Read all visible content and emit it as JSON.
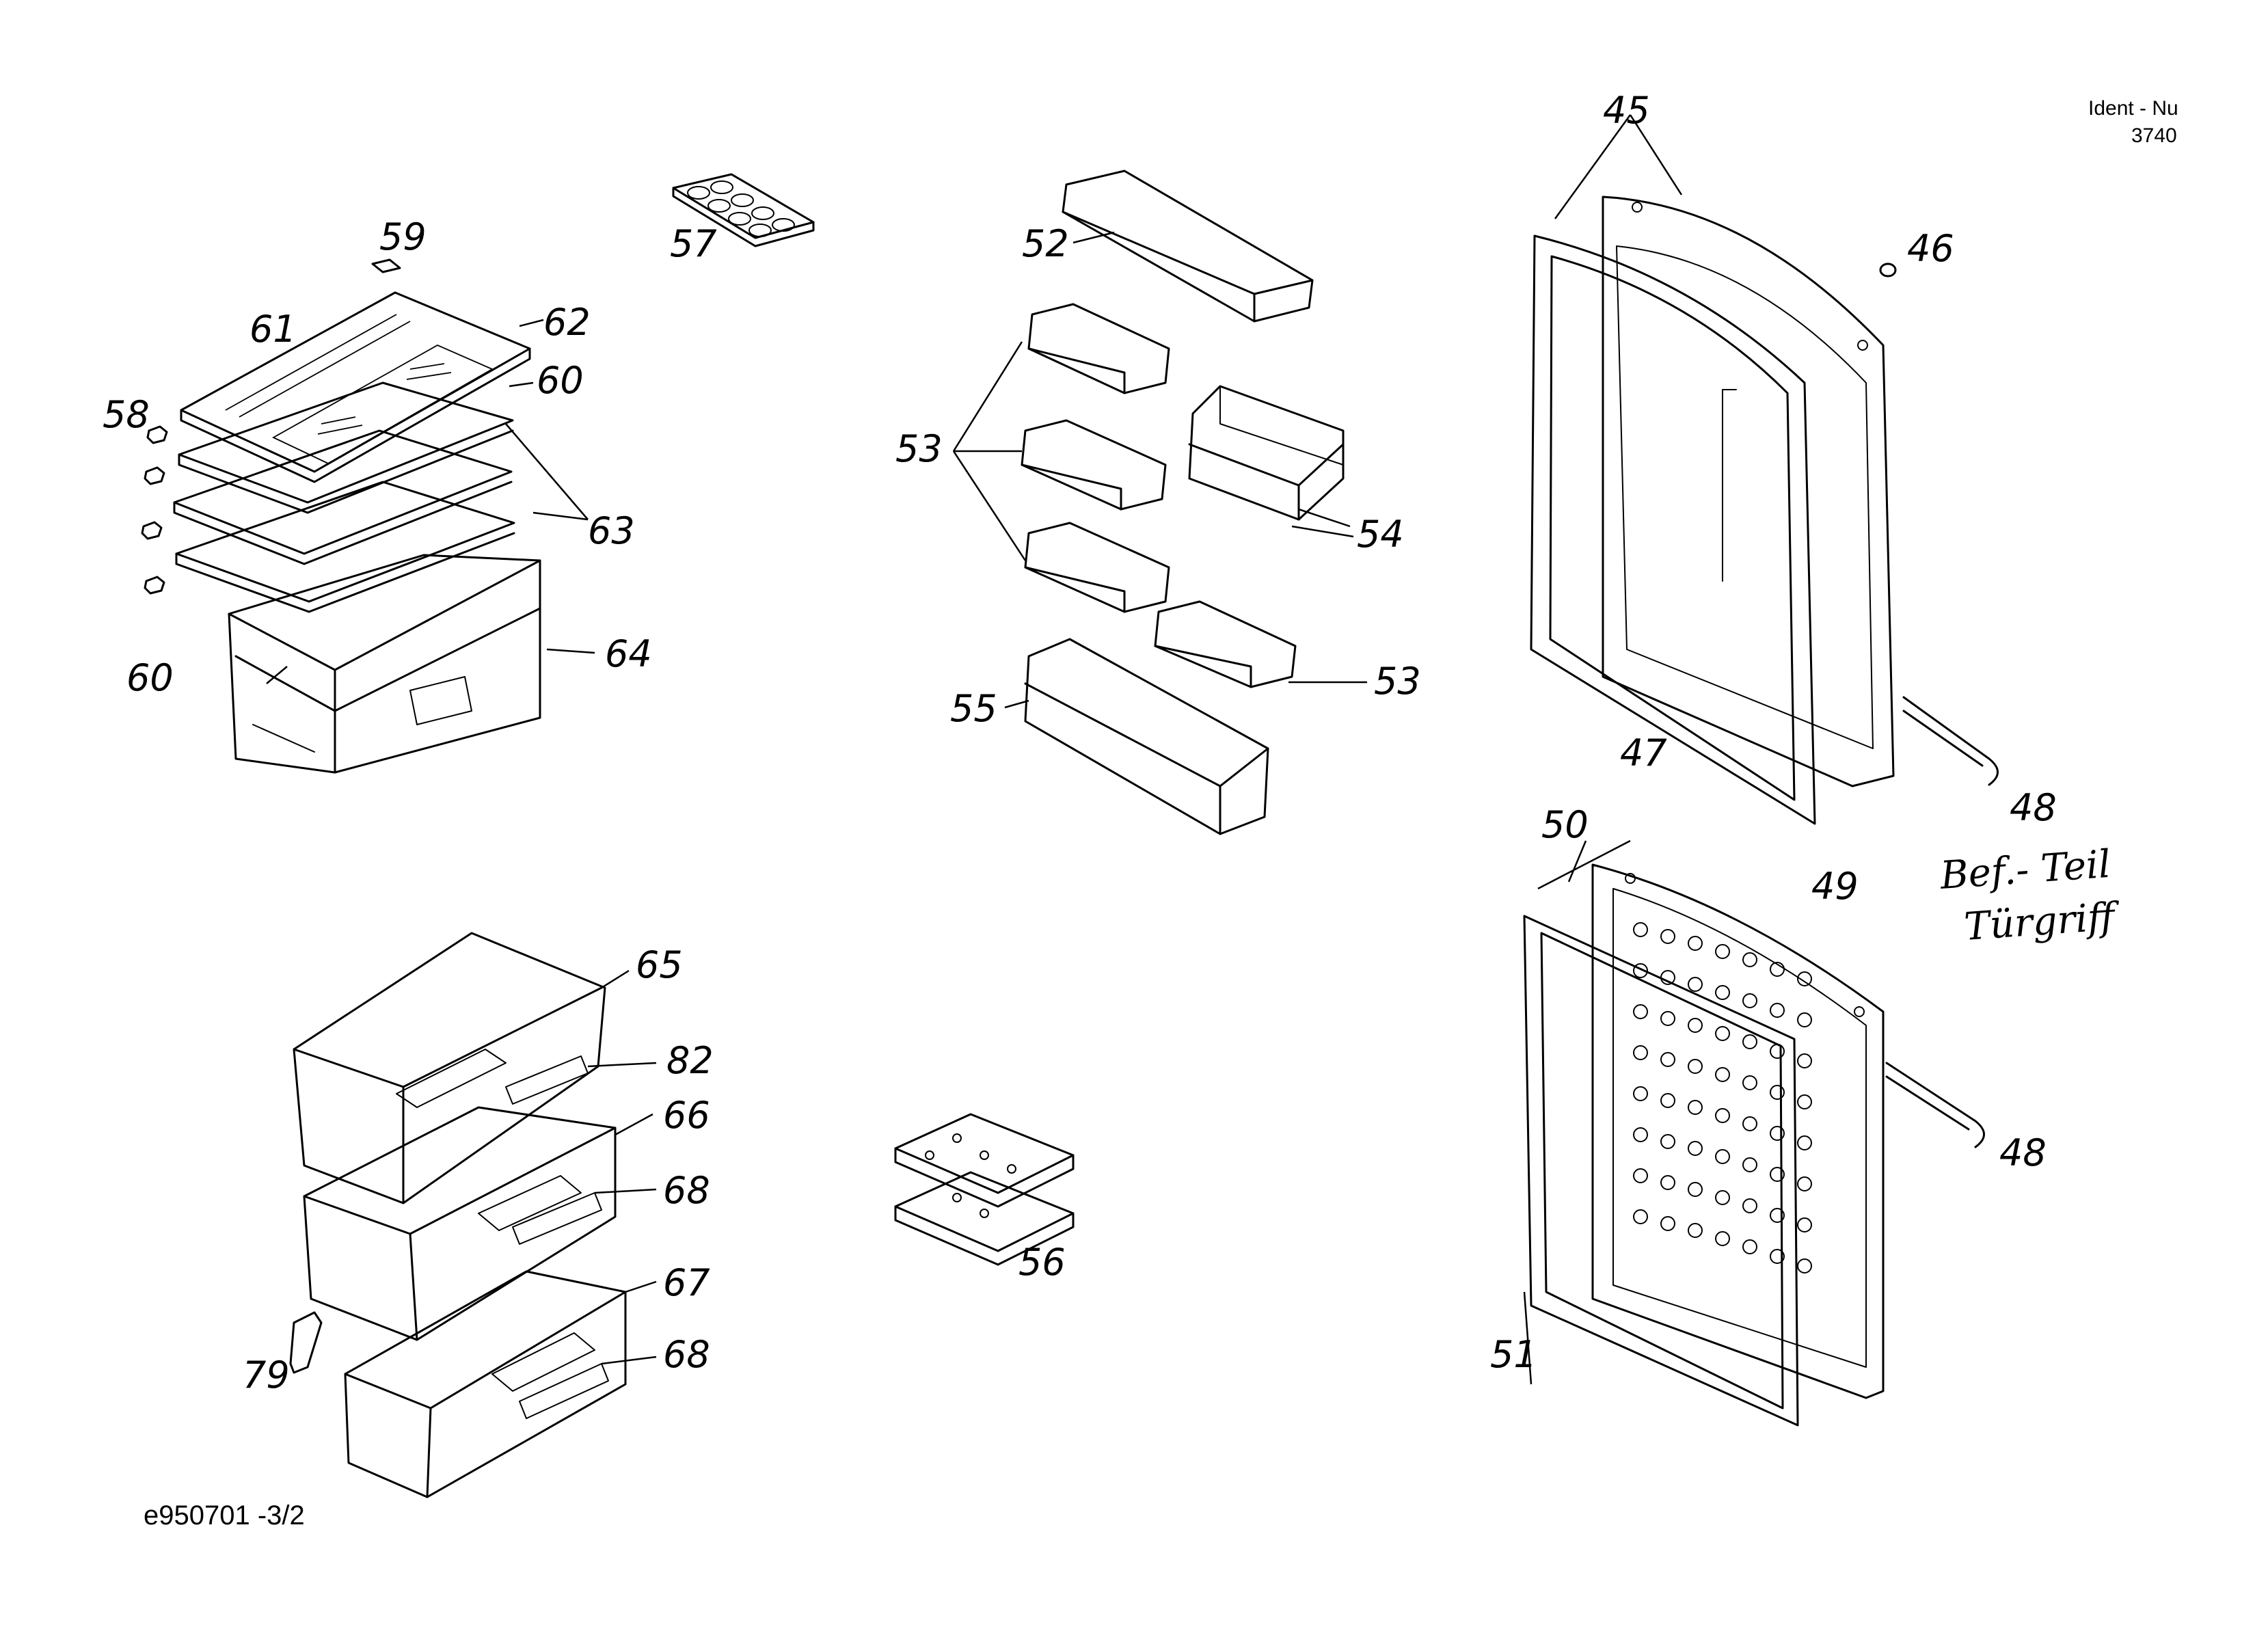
{
  "header": {
    "ident_label": "Ident - Nu",
    "ident_number": "3740"
  },
  "footer": {
    "drawing_code": "e950701 -3/2"
  },
  "labels": {
    "p45": "45",
    "p46": "46",
    "p47": "47",
    "p48a": "48",
    "p48b": "48",
    "p49": "49",
    "p50": "50",
    "p51": "51",
    "p52": "52",
    "p53a": "53",
    "p53b": "53",
    "p54": "54",
    "p55": "55",
    "p56": "56",
    "p57": "57",
    "p58": "58",
    "p59": "59",
    "p60a": "60",
    "p60b": "60",
    "p61": "61",
    "p62": "62",
    "p63": "63",
    "p64": "64",
    "p65": "65",
    "p66": "66",
    "p67": "67",
    "p68a": "68",
    "p68b": "68",
    "p79": "79",
    "p82": "82"
  },
  "annotation": {
    "line1": "Bef.- Teil",
    "line2": "Türgriff"
  }
}
